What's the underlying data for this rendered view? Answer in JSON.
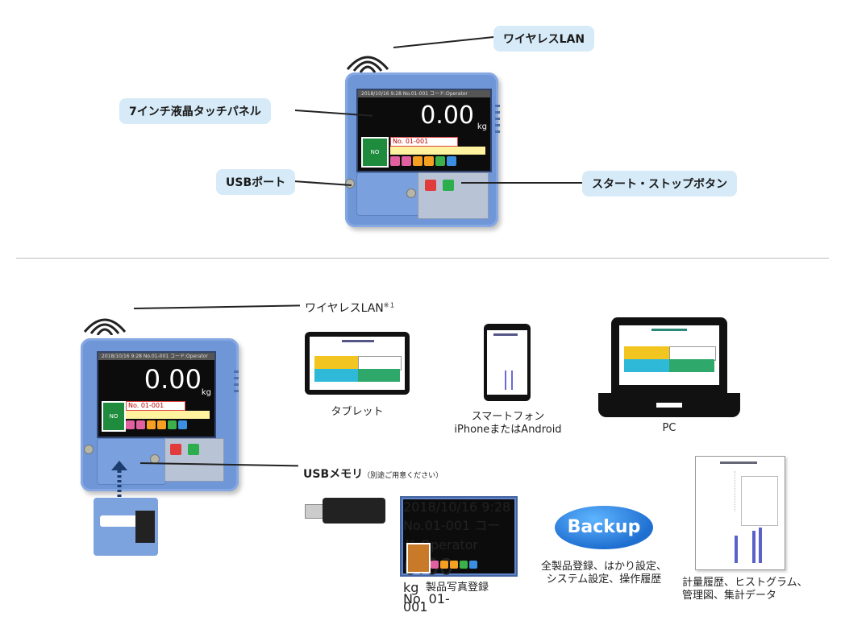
{
  "top": {
    "wireless_label": "ワイヤレスLAN",
    "panel_label": "7インチ液晶タッチパネル",
    "usb_port_label": "USBポート",
    "start_stop_label": "スタート・ストップボタン"
  },
  "device_screen": {
    "status_bar": "2018/10/16  9:28  No.01-001  コード:Operator",
    "weight": "0.00",
    "unit": "kg",
    "no_image": "NO IMAGE",
    "product_no": "No. 01-001"
  },
  "bottom": {
    "wireless_label": "ワイヤレスLAN",
    "wireless_note": "※１",
    "usb_memory_label": "USBメモリ",
    "usb_memory_note": "（別途ご用意ください）",
    "tablet_label": "タブレット",
    "smartphone_label_1": "スマートフォン",
    "smartphone_label_2": "iPhoneまたはAndroid",
    "pc_label": "PC",
    "photo_reg_label": "製品写真登録",
    "backup_text": "Backup",
    "backup_desc_1": "全製品登録、はかり設定、",
    "backup_desc_2": "システム設定、操作履歴",
    "history_desc_1": "計量履歴、ヒストグラム、",
    "history_desc_2": "管理図、集計データ"
  },
  "colors": {
    "device_body": "#6f97d8",
    "label_bg": "#d6eaf8",
    "backup_blue": "#1f6fd1",
    "screen_green": "#1f8b3c",
    "info_yellow": "#fff3a0"
  },
  "icons": [
    "wifi-icon",
    "usb-stick-icon",
    "dotted-arrow-icon",
    "tablet-icon",
    "smartphone-icon",
    "laptop-icon",
    "document-icon"
  ]
}
